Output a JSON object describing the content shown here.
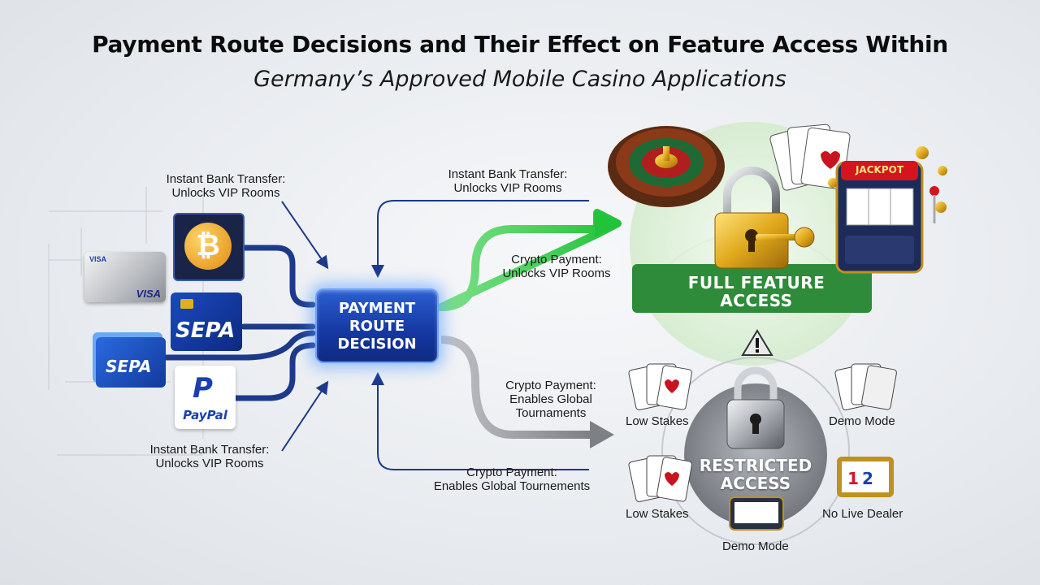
{
  "title": "Payment Route Decisions and Their Effect on Feature Access Within",
  "subtitle": "Germany’s Approved Mobile Casino Applications",
  "center": {
    "line1": "PAYMENT",
    "line2": "ROUTE",
    "line3": "DECISION"
  },
  "labels": {
    "left_top": {
      "line1": "Instant Bank Transfer:",
      "line2": "Unlocks VIP Rooms"
    },
    "left_bottom": {
      "line1": "Instant Bank Transfer:",
      "line2": "Unlocks VIP Rooms"
    },
    "right_top": {
      "line1": "Instant Bank Transfer:",
      "line2": "Unlocks VIP Rooms"
    },
    "right_crypto": {
      "line1": "Crypto Payment:",
      "line2": "Unlocks VIP Rooms"
    },
    "right_mid": {
      "line1": "Crypto Payment:",
      "line2": "Enables Global",
      "line3": "Tournaments"
    },
    "right_bottom": {
      "line1": "Crypto Payment:",
      "line2": "Enables Global Tournements"
    }
  },
  "payment_methods": {
    "visa": "VISA",
    "visa_small": "VISA",
    "sepa_card": "SEPA",
    "sepa_wallet": "SEPA",
    "paypal": "PayPal"
  },
  "full_access": {
    "line1": "FULL FEATURE",
    "line2": "ACCESS",
    "jackpot": "JACKPOT"
  },
  "restricted_access": {
    "line1": "RESTRICTED",
    "line2": "ACCESS",
    "features": {
      "low_stakes_1": "Low Stakes",
      "demo_mode_1": "Demo Mode",
      "low_stakes_2": "Low Stakes",
      "no_live_dealer": "No Live Dealer",
      "demo_mode_2": "Demo Mode"
    }
  },
  "colors": {
    "center_blue": "#1a3fb0",
    "green_arrow": "#2ecc40",
    "gray_arrow": "#8a8d91",
    "navy_arrow": "#1d3a8a",
    "full_green": "#2e8b3a",
    "gold": "#e0b020"
  },
  "icons": [
    "bitcoin-icon",
    "visa-card-icon",
    "sepa-card-icon",
    "sepa-wallet-icon",
    "paypal-icon",
    "roulette-icon",
    "playing-cards-icon",
    "padlock-gold-icon",
    "key-icon",
    "slot-machine-icon",
    "padlock-silver-icon",
    "warning-icon",
    "slot-reels-icon"
  ]
}
